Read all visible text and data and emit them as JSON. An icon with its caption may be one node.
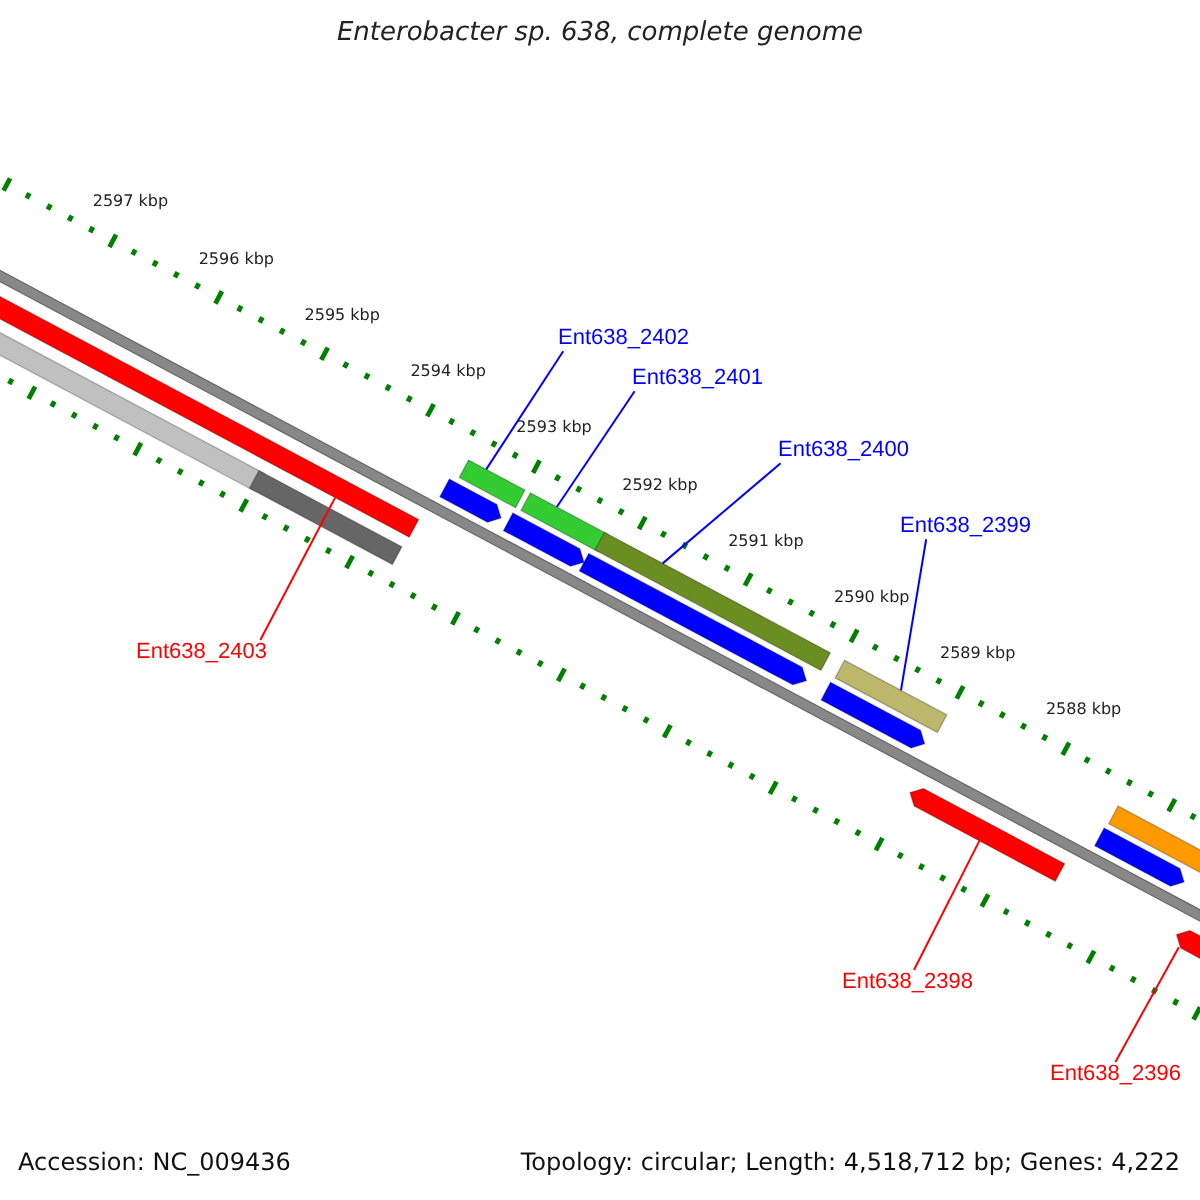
{
  "diagram": {
    "title": "Enterobacter sp. 638, complete genome",
    "nodes": [
      {
        "text": [
          "Ent638_2402"
        ]
      },
      {
        "text": [],
        "shape": "bar"
      },
      {
        "text": [
          "Ent638_2401"
        ]
      },
      {
        "text": [],
        "shape": "bar"
      },
      {
        "text": [
          "Ent638_2400"
        ]
      },
      {
        "text": [],
        "shape": "bar"
      },
      {
        "text": [
          "Ent638_2399"
        ]
      },
      {
        "text": [],
        "shape": "bar"
      },
      {
        "text": [
          "Ent638_2403"
        ]
      },
      {
        "text": [],
        "shape": "bar"
      },
      {
        "text": [
          "Ent638_2398"
        ]
      },
      {
        "text": [],
        "shape": "bar"
      },
      {
        "text": [
          "Ent638_2396"
        ]
      },
      {
        "text": [],
        "shape": "bar"
      },
      {
        "text": [],
        "shape": "bar"
      },
      {
        "text": [],
        "shape": "bar"
      },
      {
        "text": [],
        "shape": "bar"
      },
      {
        "text": [],
        "shape": "bar"
      },
      {
        "text": [],
        "shape": "bar"
      },
      {
        "text": [],
        "shape": "bar"
      },
      {
        "text": [],
        "shape": "bar"
      },
      {
        "text": [],
        "shape": "bar"
      }
    ],
    "edges": [
      {
        "from": 0,
        "to": 1,
        "arrow": "none"
      },
      {
        "from": 2,
        "to": 3,
        "arrow": "none"
      },
      {
        "from": 4,
        "to": 5,
        "arrow": "none"
      },
      {
        "from": 6,
        "to": 7,
        "arrow": "none"
      },
      {
        "from": 8,
        "to": 9,
        "arrow": "none",
        "color": "#ff0000"
      },
      {
        "from": 10,
        "to": 11,
        "arrow": "none",
        "color": "#ff0000"
      },
      {
        "from": 12,
        "to": 13,
        "arrow": "none",
        "color": "#ff0000"
      }
    ],
    "labels": [
      "2597 kbp",
      "2596 kbp",
      "2595 kbp",
      "2594 kbp",
      "2593 kbp",
      "2592 kbp",
      "2591 kbp",
      "2590 kbp",
      "2589 kbp",
      "2588 kbp",
      "Accession: NC_009436",
      "Topology: circular; Length: 4,518,712 bp; Genes: 4,222"
    ]
  }
}
